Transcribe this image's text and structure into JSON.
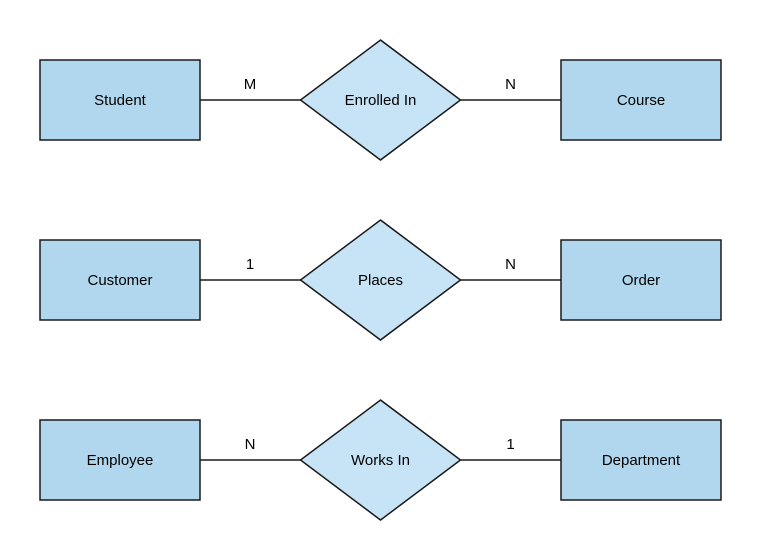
{
  "colors": {
    "background": "#ffffff",
    "entity_fill": "#b1d7ee",
    "relationship_fill": "#c7e3f6",
    "stroke": "#1a1a1a",
    "connector": "#1a1a1a",
    "label": "#000000"
  },
  "diagram": {
    "kind": "entity-relationship",
    "rows": [
      {
        "left_entity": "Student",
        "left_cardinality": "M",
        "relationship": "Enrolled In",
        "right_cardinality": "N",
        "right_entity": "Course"
      },
      {
        "left_entity": "Customer",
        "left_cardinality": "1",
        "relationship": "Places",
        "right_cardinality": "N",
        "right_entity": "Order"
      },
      {
        "left_entity": "Employee",
        "left_cardinality": "N",
        "relationship": "Works In",
        "right_cardinality": "1",
        "right_entity": "Department"
      }
    ]
  }
}
